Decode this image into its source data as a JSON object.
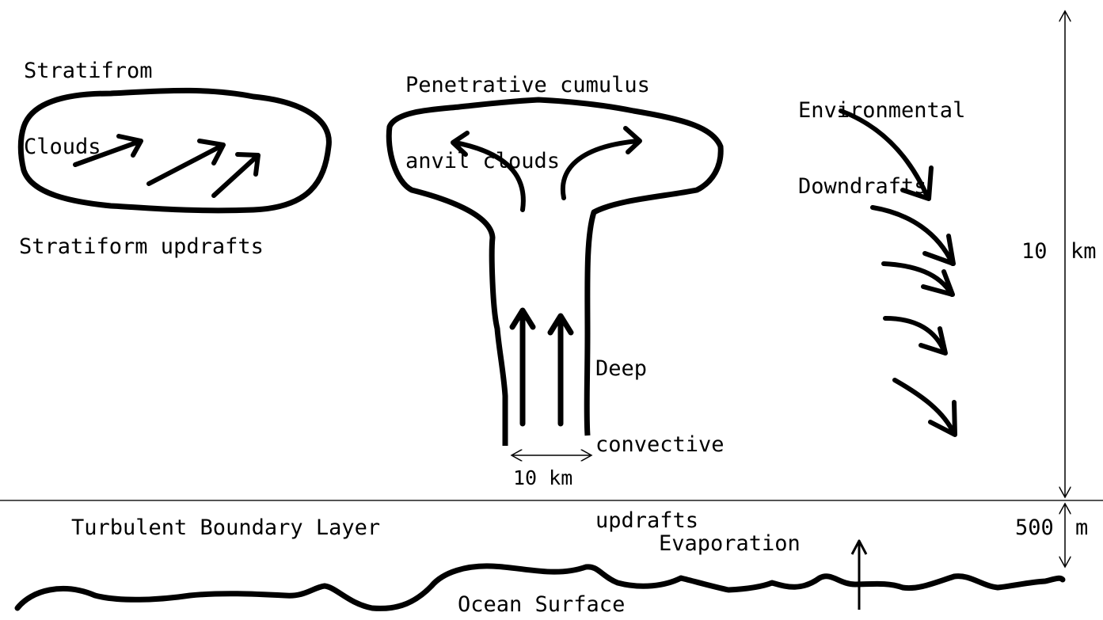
{
  "labels": {
    "stratiform_clouds": [
      "Stratifrom",
      "Clouds"
    ],
    "anvil_clouds": [
      "Penetrative cumulus",
      "anvil clouds"
    ],
    "environmental_downdrafts": [
      "Environmental",
      "Downdrafts"
    ],
    "stratiform_updrafts": "Stratiform updrafts",
    "deep_convective_updrafts": [
      "Deep",
      "convective",
      "updrafts"
    ],
    "column_width": "10 km",
    "troposphere_height_value": "10",
    "troposphere_height_unit": "km",
    "boundary_layer": "Turbulent Boundary Layer",
    "boundary_layer_height_value": "500",
    "boundary_layer_height_unit": "m",
    "evaporation": "Evaporation",
    "ocean_surface": "Ocean Surface"
  },
  "colors": {
    "ink": "#000000",
    "background": "#ffffff",
    "guide_line": "#555555"
  }
}
